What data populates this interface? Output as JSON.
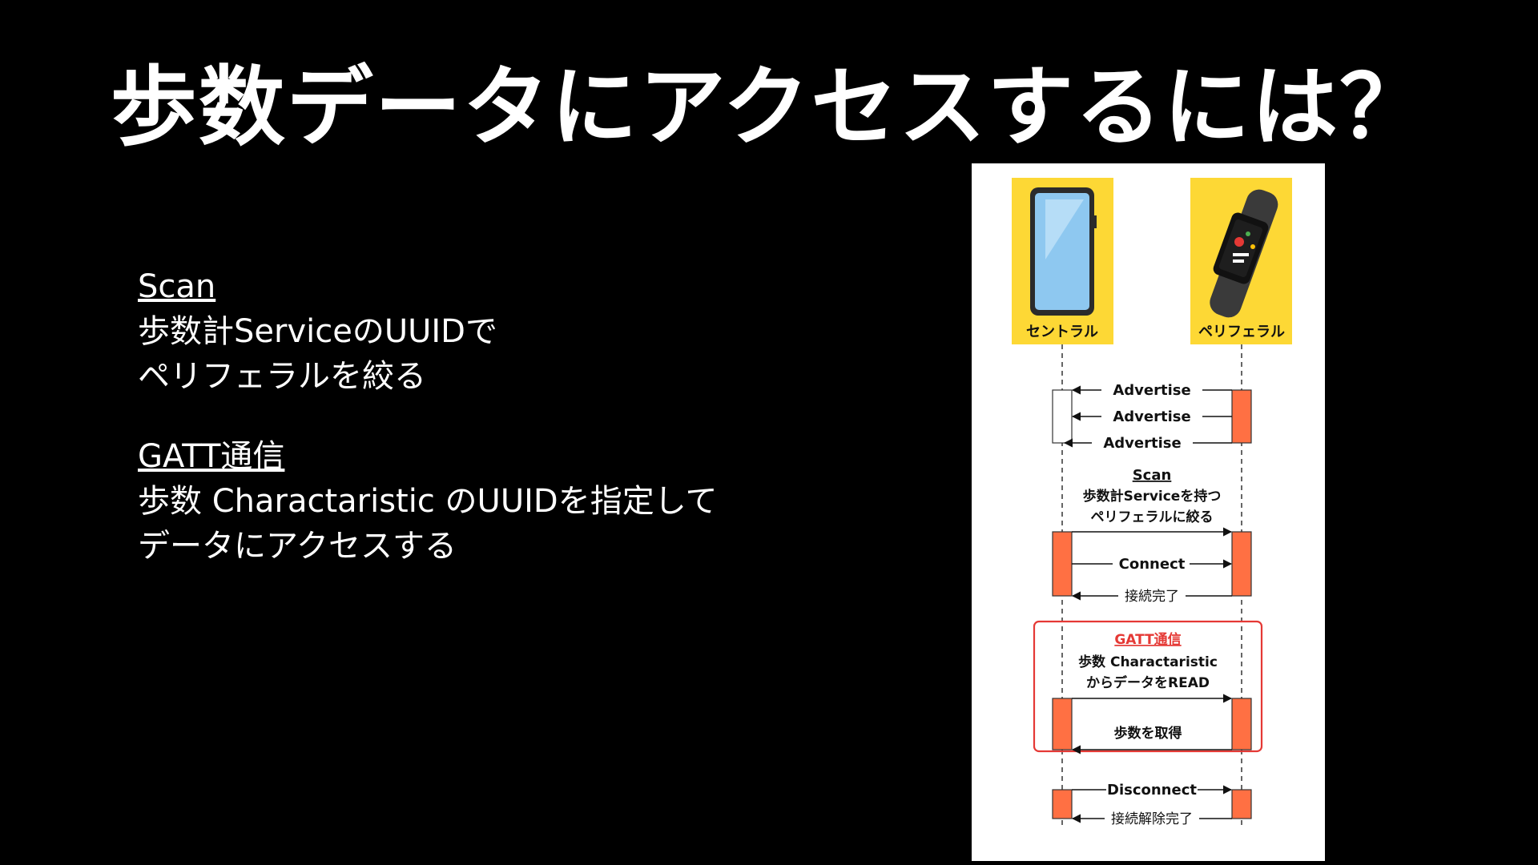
{
  "title": "歩数データにアクセスするには？",
  "left": {
    "scan": {
      "heading": "Scan",
      "lines": [
        "歩数計ServiceのUUIDで",
        "ペリフェラルを絞る"
      ]
    },
    "gatt": {
      "heading": "GATT通信",
      "lines": [
        "歩数 Charactaristic のUUIDを指定して",
        "データにアクセスする"
      ]
    }
  },
  "diagram": {
    "central_label": "セントラル",
    "peripheral_label": "ペリフェラル",
    "advertise": [
      "Advertise",
      "Advertise",
      "Advertise"
    ],
    "scan_title": "Scan",
    "scan_lines": [
      "歩数計Serviceを持つ",
      "ペリフェラルに絞る"
    ],
    "connect": "Connect",
    "connected": "接続完了",
    "gatt_title": "GATT通信",
    "gatt_lines": [
      "歩数 Charactaristic",
      "からデータをREAD"
    ],
    "step_result": "歩数を取得",
    "disconnect": "Disconnect",
    "disconnected": "接続解除完了",
    "colors": {
      "label_bg": "#FDD835",
      "activation": "#FF7043",
      "gatt_box": "#E53935",
      "phone_screen": "#8EC8F0"
    }
  }
}
